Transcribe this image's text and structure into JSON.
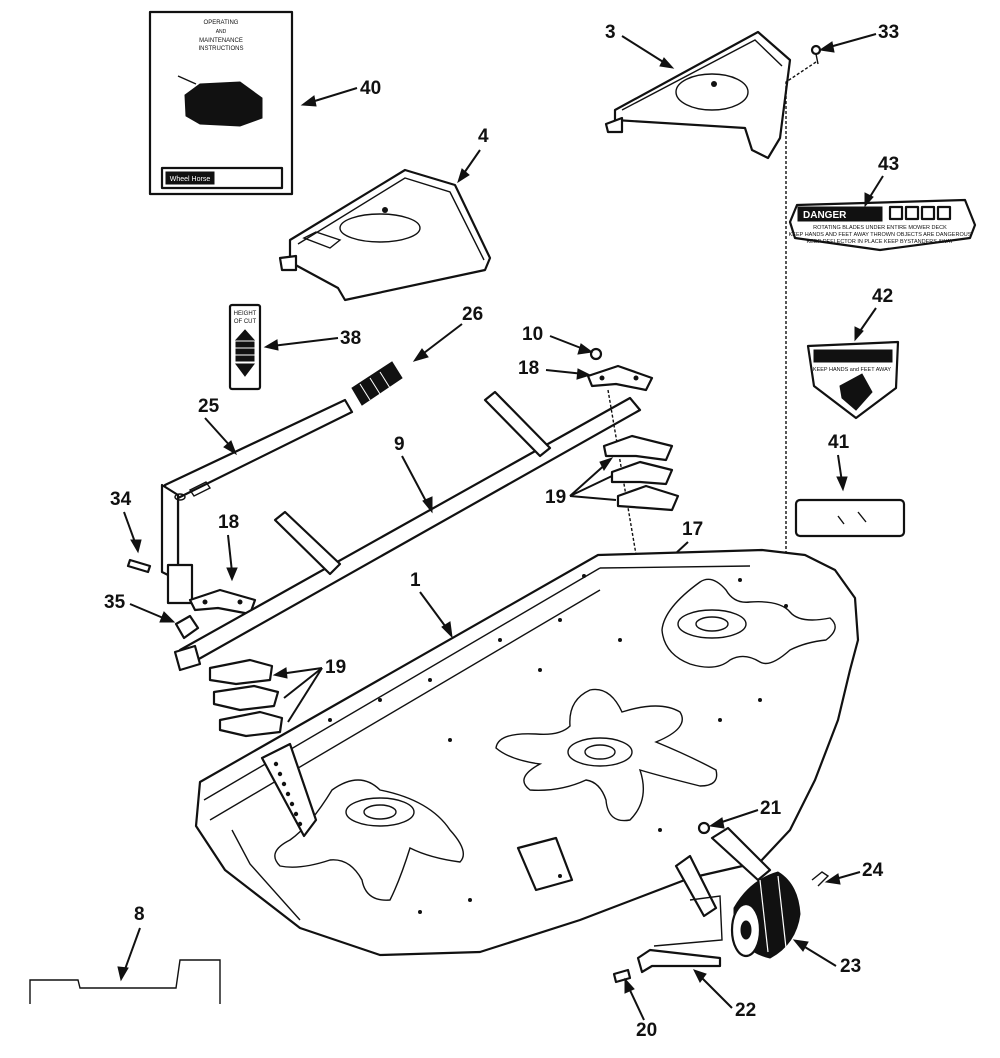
{
  "manual": {
    "line1": "OPERATING",
    "line2": "AND",
    "line3": "MAINTENANCE",
    "line4": "INSTRUCTIONS",
    "brand": "Wheel Horse"
  },
  "danger_decal": {
    "header": "DANGER",
    "line1": "ROTATING BLADES UNDER ENTIRE MOWER DECK",
    "line2": "KEEP HANDS AND FEET AWAY THROWN OBJECTS ARE DANGEROUS",
    "line3": "KEEP DEFLECTOR IN PLACE KEEP BYSTANDERS AWAY"
  },
  "warning_decal": {
    "line1": "KEEP HANDS and FEET AWAY"
  },
  "height_decal": {
    "line1": "HEIGHT",
    "line2": "OF CUT"
  },
  "callouts": {
    "c1": "1",
    "c3": "3",
    "c4": "4",
    "c8": "8",
    "c9": "9",
    "c10": "10",
    "c17": "17",
    "c18a": "18",
    "c18b": "18",
    "c19a": "19",
    "c19b": "19",
    "c20": "20",
    "c21": "21",
    "c22": "22",
    "c23": "23",
    "c24": "24",
    "c25": "25",
    "c26": "26",
    "c33": "33",
    "c34": "34",
    "c35": "35",
    "c38": "38",
    "c40": "40",
    "c41": "41",
    "c42": "42",
    "c43": "43"
  }
}
